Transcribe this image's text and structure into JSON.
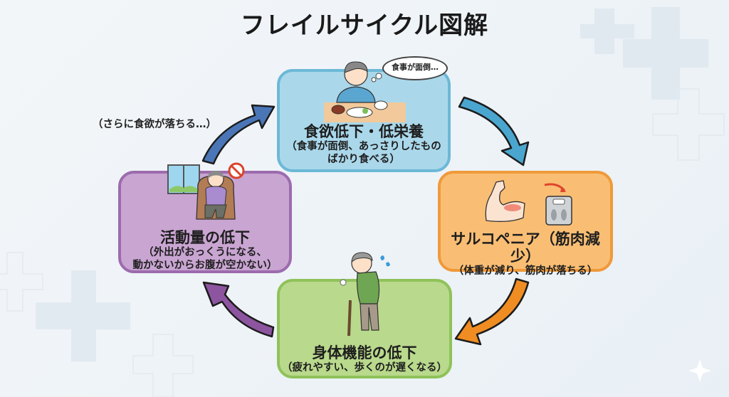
{
  "title": "フレイルサイクル図解",
  "side_note": "（さらに食欲が落ちる…）",
  "thought_bubble": "食事が面倒…",
  "stages": [
    {
      "id": "appetite",
      "main": "食欲低下・低栄養",
      "sub_lines": [
        "（食事が面倒、あっさりしたもの",
        "ばかり食べる）"
      ],
      "color": "#aad8ea"
    },
    {
      "id": "sarcopenia",
      "main": "サルコペニア（筋肉減少）",
      "sub_lines": [
        "（体重が減り、筋肉が落ちる）"
      ],
      "color": "#f9be74"
    },
    {
      "id": "physical",
      "main": "身体機能の低下",
      "sub_lines": [
        "（疲れやすい、歩くのが遅くなる）"
      ],
      "color": "#b9d98c"
    },
    {
      "id": "activity",
      "main": "活動量の低下",
      "sub_lines": [
        "（外出がおっくうになる、",
        "動かないからお腹が空かない）"
      ],
      "color": "#c9a5d2"
    }
  ],
  "arrows": [
    {
      "from": "appetite",
      "to": "sarcopenia",
      "color": "#4aa6cf"
    },
    {
      "from": "sarcopenia",
      "to": "physical",
      "color": "#ef8d22"
    },
    {
      "from": "physical",
      "to": "activity",
      "color": "#8d559f"
    },
    {
      "from": "activity",
      "to": "appetite",
      "color": "#4a76b8"
    }
  ]
}
